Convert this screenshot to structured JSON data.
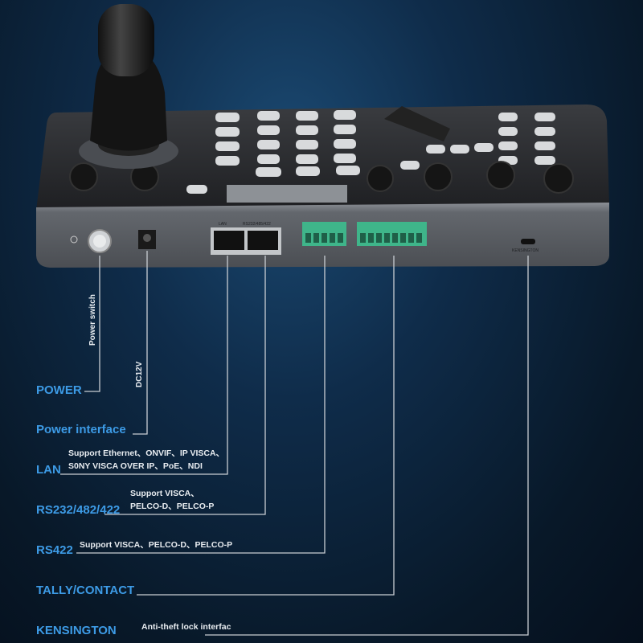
{
  "device_labels": {
    "lan_port": "LAN",
    "serial_port": "RS232/485/422",
    "kensington_slot": "KENSINGTON"
  },
  "callouts": [
    {
      "title": "POWER",
      "note": "Power switch"
    },
    {
      "title": "Power interface",
      "note": "DC12V"
    },
    {
      "title": "LAN",
      "desc": [
        "Support Ethernet、ONVIF、IP VISCA、",
        "S0NY VISCA OVER IP、PoE、NDI"
      ]
    },
    {
      "title": "RS232/482/422",
      "desc": [
        "Support VISCA、",
        "PELCO-D、PELCO-P"
      ]
    },
    {
      "title": "RS422",
      "desc": [
        "Support VISCA、PELCO-D、PELCO-P"
      ]
    },
    {
      "title": "TALLY/CONTACT"
    },
    {
      "title": "KENSINGTON",
      "desc": [
        "Anti-theft lock interfac"
      ]
    }
  ],
  "colors": {
    "label": "#3d9be6",
    "line": "#c9ced3",
    "terminal": "#3fb58a"
  }
}
